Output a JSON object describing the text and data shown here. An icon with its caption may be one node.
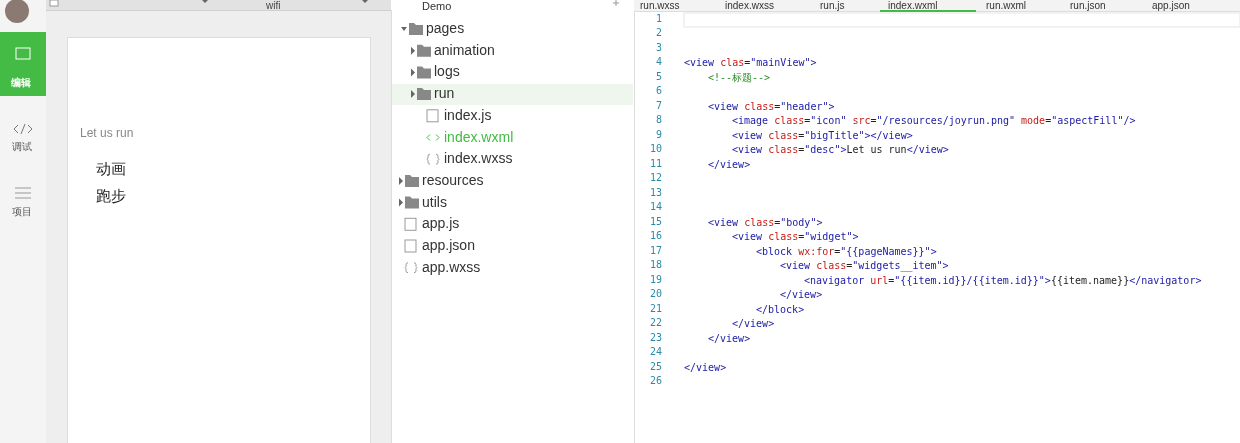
{
  "diagram": {
    "labels": [
      "编辑",
      "调试",
      "项目",
      "wifi",
      "Let us run",
      "动画",
      "跑步",
      "Demo",
      "pages",
      "animation",
      "logs",
      "run",
      "index.js",
      "index.wxml",
      "index.wxss",
      "resources",
      "utils",
      "app.js",
      "app.json",
      "app.wxss",
      "run.wxss",
      "index.wxss",
      "run.js",
      "index.wxml",
      "run.wxml",
      "run.json",
      "app.json",
      "1",
      "2",
      "3",
      "4",
      "5",
      "6",
      "7",
      "8",
      "9",
      "10",
      "11",
      "12",
      "13",
      "14",
      "15",
      "16",
      "17",
      "18",
      "19",
      "20",
      "21",
      "22",
      "23",
      "24",
      "25",
      "26",
      "<view clas=\"mainView\">",
      "<!--标题-->",
      "<view class=\"header\">",
      "<image class=\"icon\" src=\"/resources/joyrun.png\" mode=\"aspectFill\"/>",
      "<view class=\"bigTitle\"></view>",
      "<view class=\"desc\">Let us run</view>",
      "</view>",
      "<view class=\"body\">",
      "<view class=\"widget\">",
      "<block wx:for=\"{{pageNames}}\">",
      "<view class=\"widgets__item\">",
      "<navigator url=\"{{item.id}}/{{item.id}}\">{{item.name}}</navigator>",
      "</view>",
      "</block>",
      "</view>",
      "</view>",
      "</view>"
    ]
  }
}
